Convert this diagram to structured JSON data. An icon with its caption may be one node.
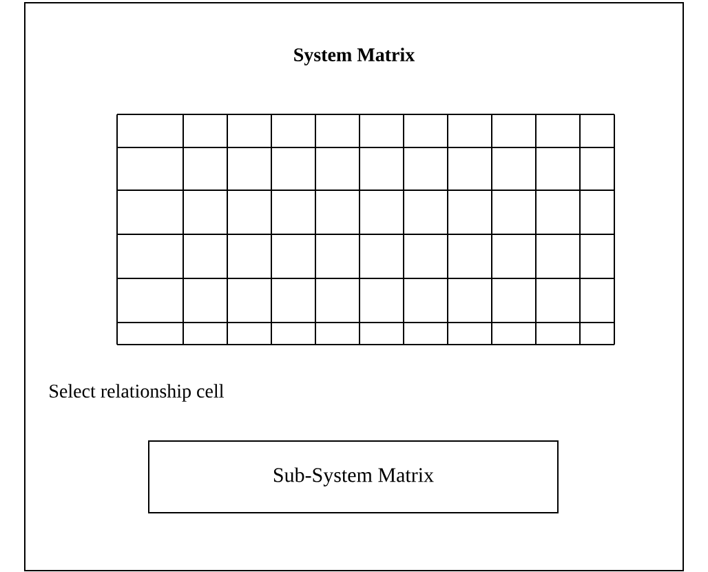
{
  "diagram": {
    "title": "System Matrix",
    "nodes": [
      {
        "text": [
          "Sub-System Matrix"
        ]
      }
    ],
    "labels": [
      "Select relationship cell"
    ]
  }
}
